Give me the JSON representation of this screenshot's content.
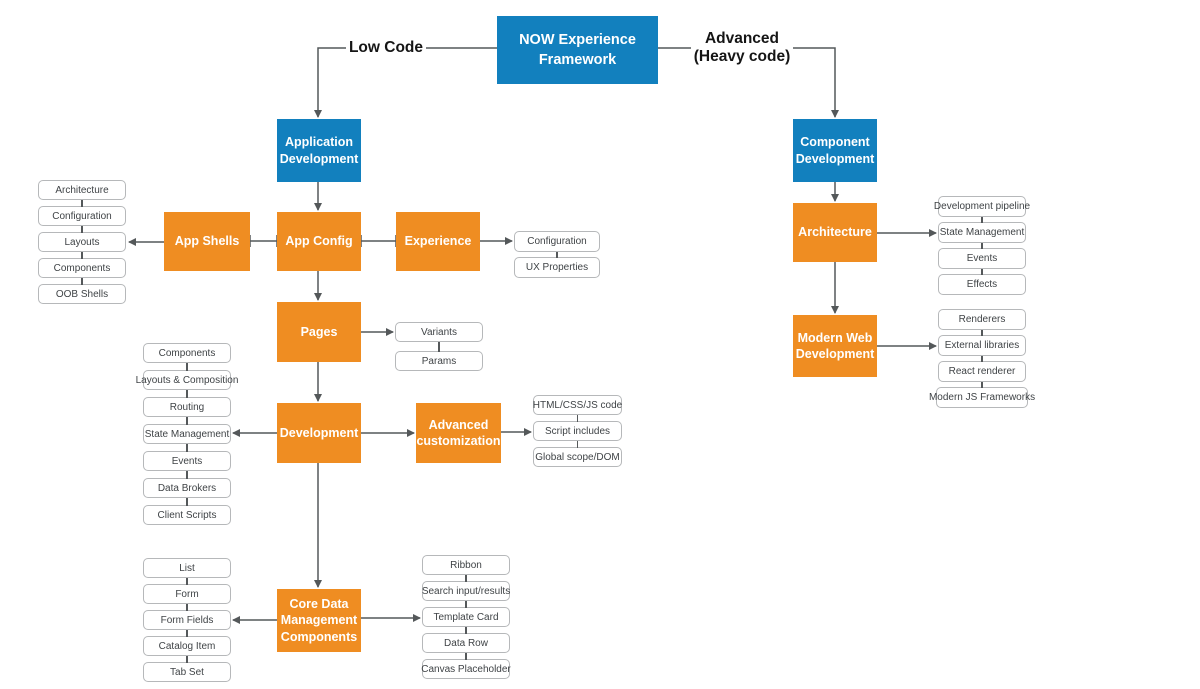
{
  "diagram": {
    "nodes": {
      "root": "NOW Experience\nFramework",
      "application_development": "Application\nDevelopment",
      "component_development": "Component\nDevelopment",
      "app_shells": "App Shells",
      "app_config": "App Config",
      "experience": "Experience",
      "pages": "Pages",
      "development": "Development",
      "advanced_customization": "Advanced\ncustomization",
      "core_data": "Core Data\nManagement\nComponents",
      "architecture": "Architecture",
      "modern_web": "Modern Web\nDevelopment"
    },
    "edge_labels": {
      "low_code": "Low Code",
      "advanced": "Advanced\n(Heavy code)"
    },
    "lists": {
      "app_shells_details": [
        "Architecture",
        "Configuration",
        "Layouts",
        "Components",
        "OOB Shells"
      ],
      "experience_details": [
        "Configuration",
        "UX Properties"
      ],
      "pages_details": [
        "Variants",
        "Params"
      ],
      "development_details": [
        "Components",
        "Layouts & Composition",
        "Routing",
        "State Management",
        "Events",
        "Data Brokers",
        "Client Scripts"
      ],
      "advanced_customization_details": [
        "HTML/CSS/JS code",
        "Script includes",
        "Global scope/DOM"
      ],
      "core_data_left_details": [
        "List",
        "Form",
        "Form Fields",
        "Catalog Item",
        "Tab Set"
      ],
      "core_data_right_details": [
        "Ribbon",
        "Search input/results",
        "Template Card",
        "Data Row",
        "Canvas Placeholder"
      ],
      "architecture_details": [
        "Development pipeline",
        "State Management",
        "Events",
        "Effects"
      ],
      "modern_web_details": [
        "Renderers",
        "External libraries",
        "React renderer",
        "Modern JS Frameworks"
      ]
    },
    "colors": {
      "primary_blue": "#1280BE",
      "primary_orange": "#EF8D22",
      "connector_gray": "#54585A",
      "detail_box_border": "#b6b8ba"
    }
  }
}
